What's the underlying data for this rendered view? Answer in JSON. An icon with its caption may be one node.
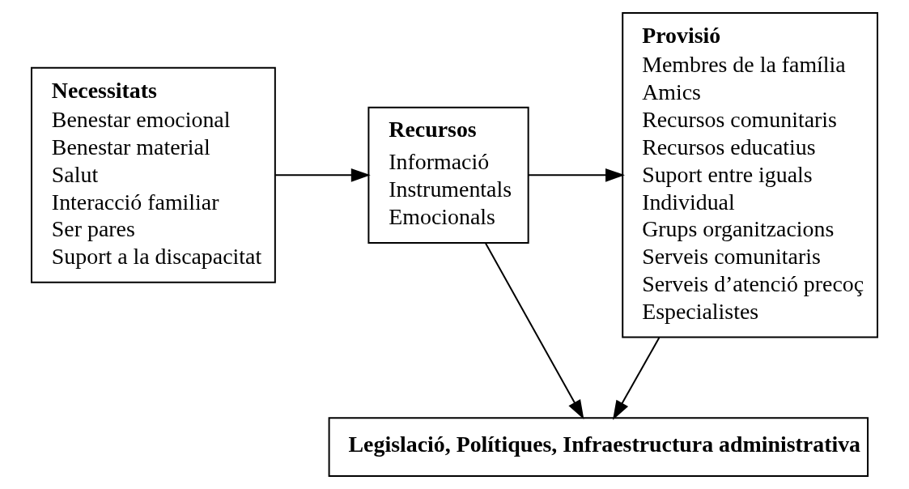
{
  "diagram": {
    "nodes": [
      {
        "text": [
          "Necessitats",
          "Benestar emocional",
          "Benestar material",
          "Salut",
          "Interacció familiar",
          "Ser pares",
          "Suport a la discapacitat"
        ]
      },
      {
        "text": [
          "Recursos",
          "Informació",
          "Instrumentals",
          "Emocionals"
        ]
      },
      {
        "text": [
          "Provisió",
          "Membres de la família",
          "Amics",
          "Recursos comunitaris",
          "Recursos educatius",
          "Suport entre iguals",
          "Individual",
          "Grups organitzacions",
          "Serveis comunitaris",
          "Serveis d’atenció precoç",
          "Especialistes"
        ]
      },
      {
        "text": [
          "Legislació, Polítiques, Infraestructura administrativa"
        ]
      }
    ],
    "edges": [
      {
        "from": 0,
        "to": 1,
        "arrow": "to"
      },
      {
        "from": 1,
        "to": 2,
        "arrow": "to"
      },
      {
        "from": 1,
        "to": 3,
        "arrow": "to"
      },
      {
        "from": 2,
        "to": 3,
        "arrow": "to"
      }
    ]
  }
}
